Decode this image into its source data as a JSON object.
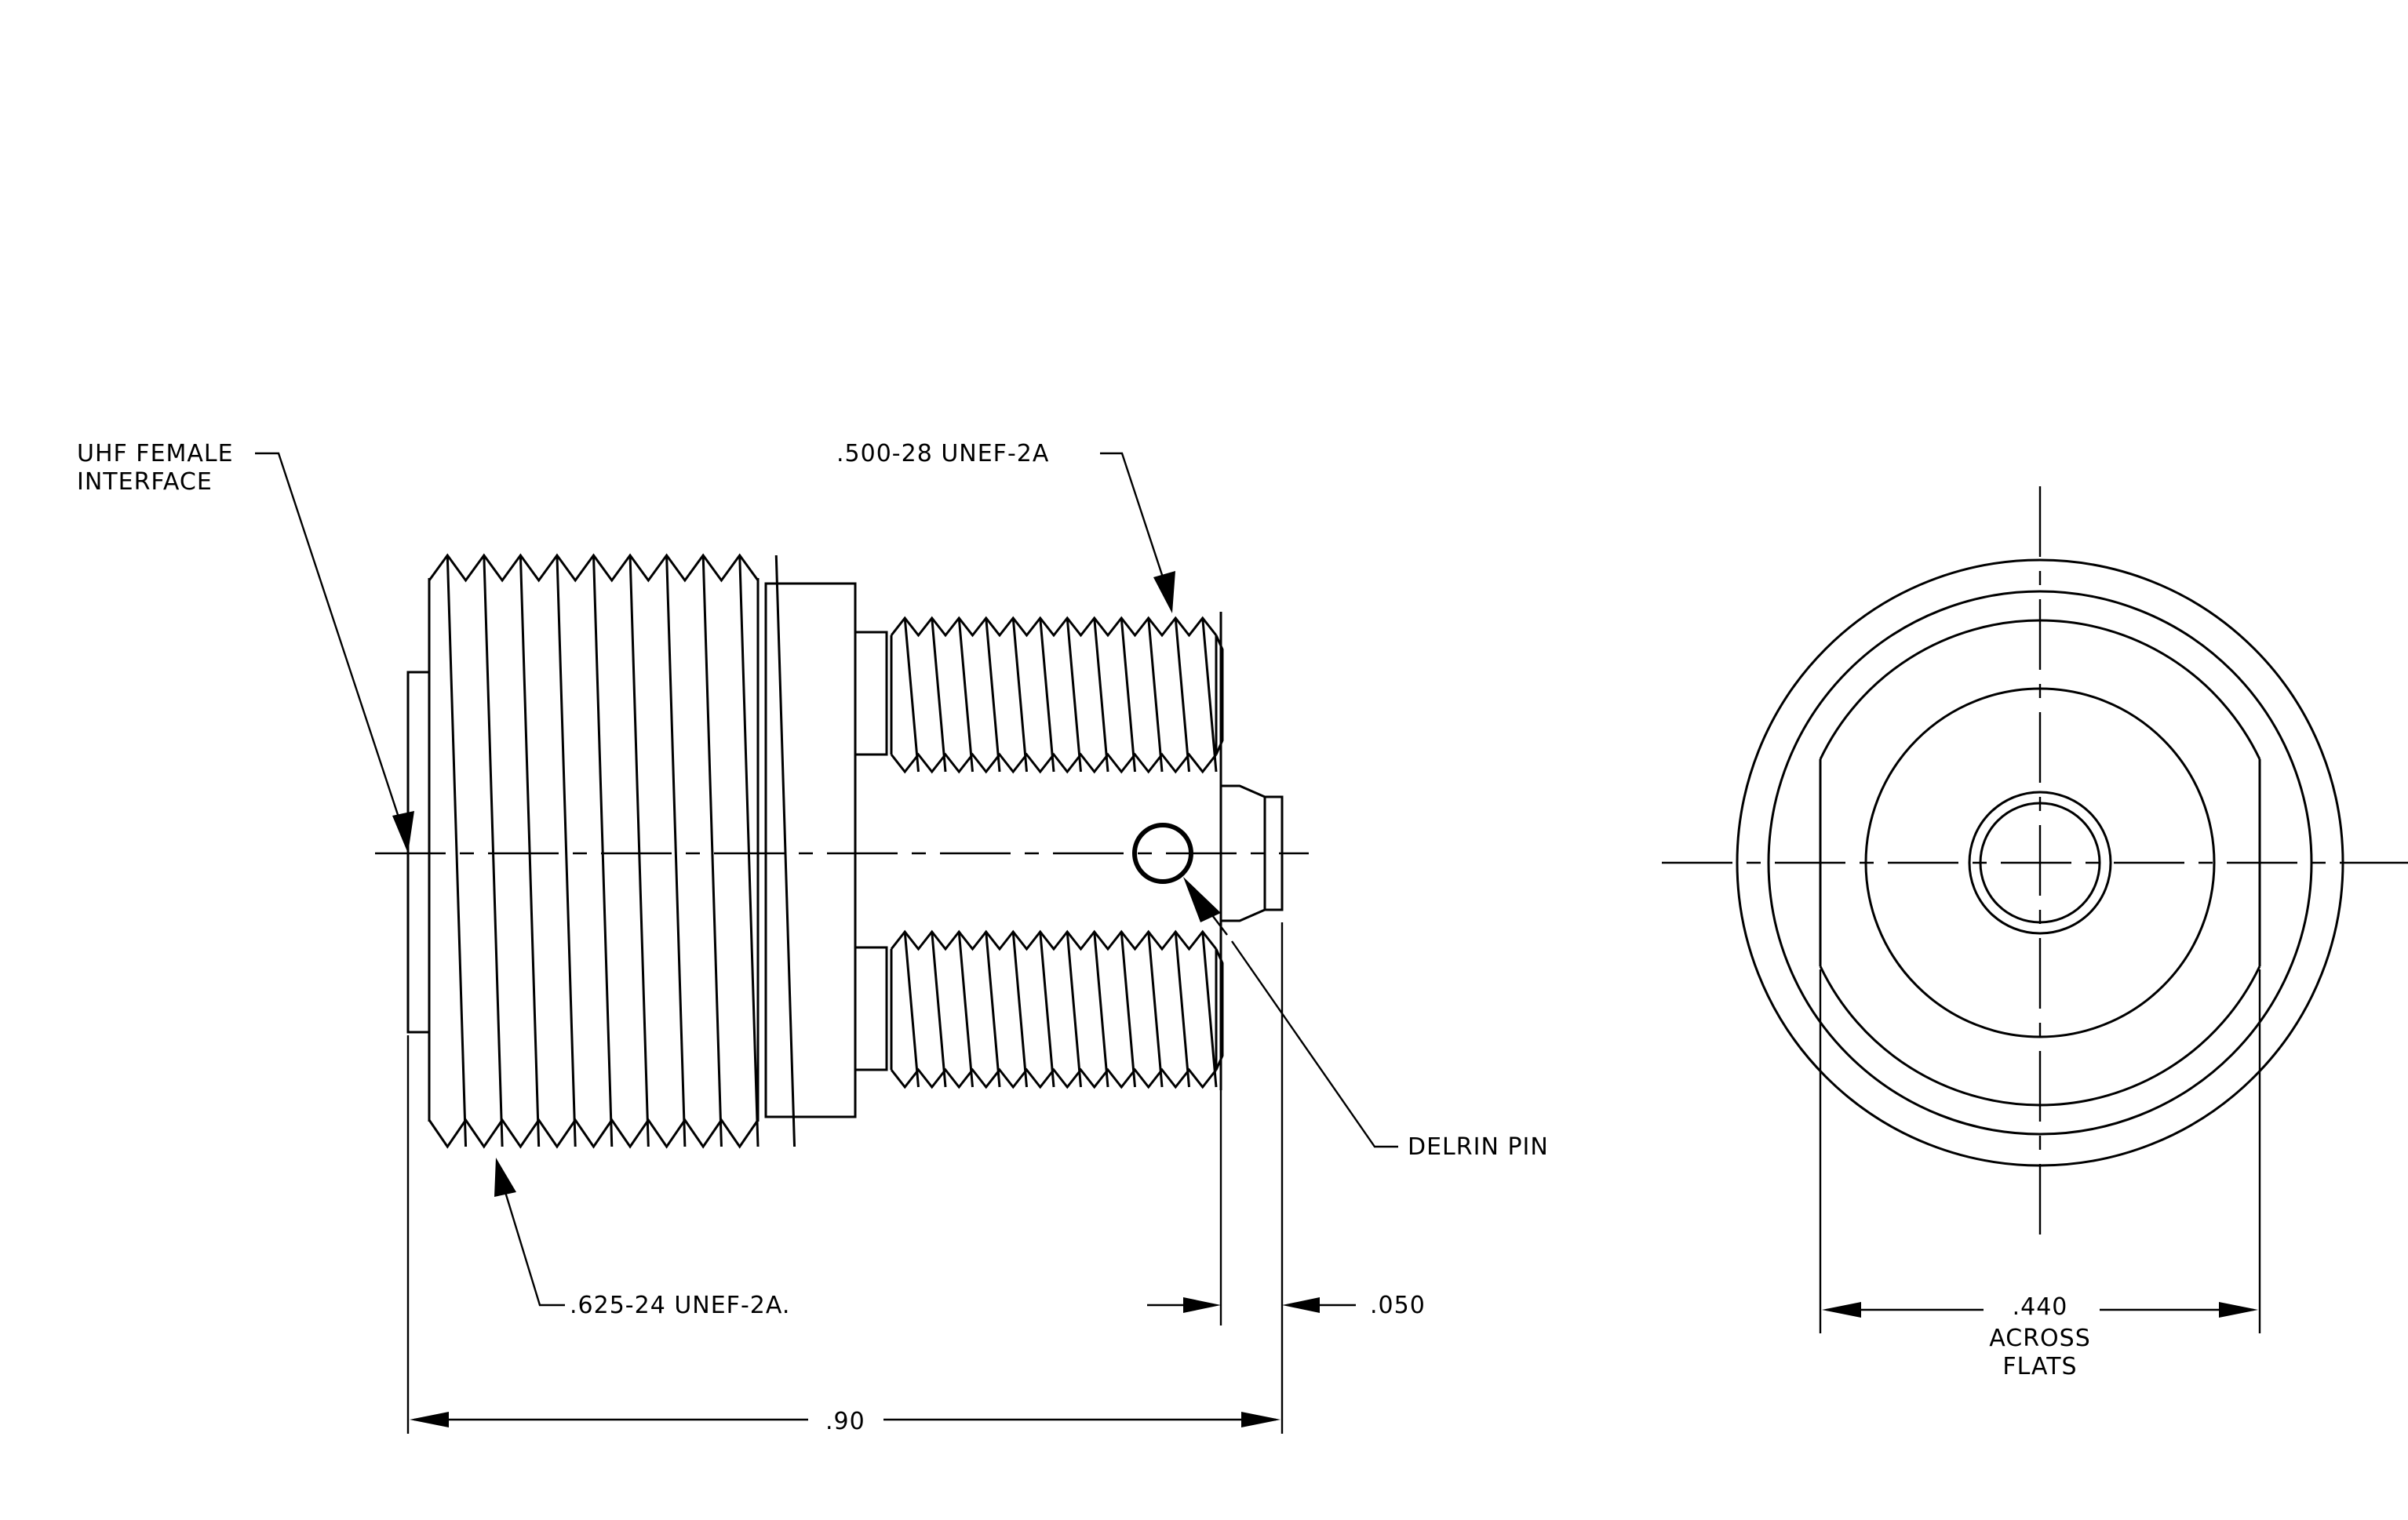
{
  "labels": {
    "uhf_line1": "UHF FEMALE",
    "uhf_line2": "INTERFACE",
    "thread_small": ".500-28 UNEF-2A",
    "thread_large": ".625-24 UNEF-2A.",
    "delrin": "DELRIN PIN",
    "dim_050": ".050",
    "dim_90": ".90",
    "dim_440": ".440",
    "across": "ACROSS",
    "flats": "FLATS"
  }
}
